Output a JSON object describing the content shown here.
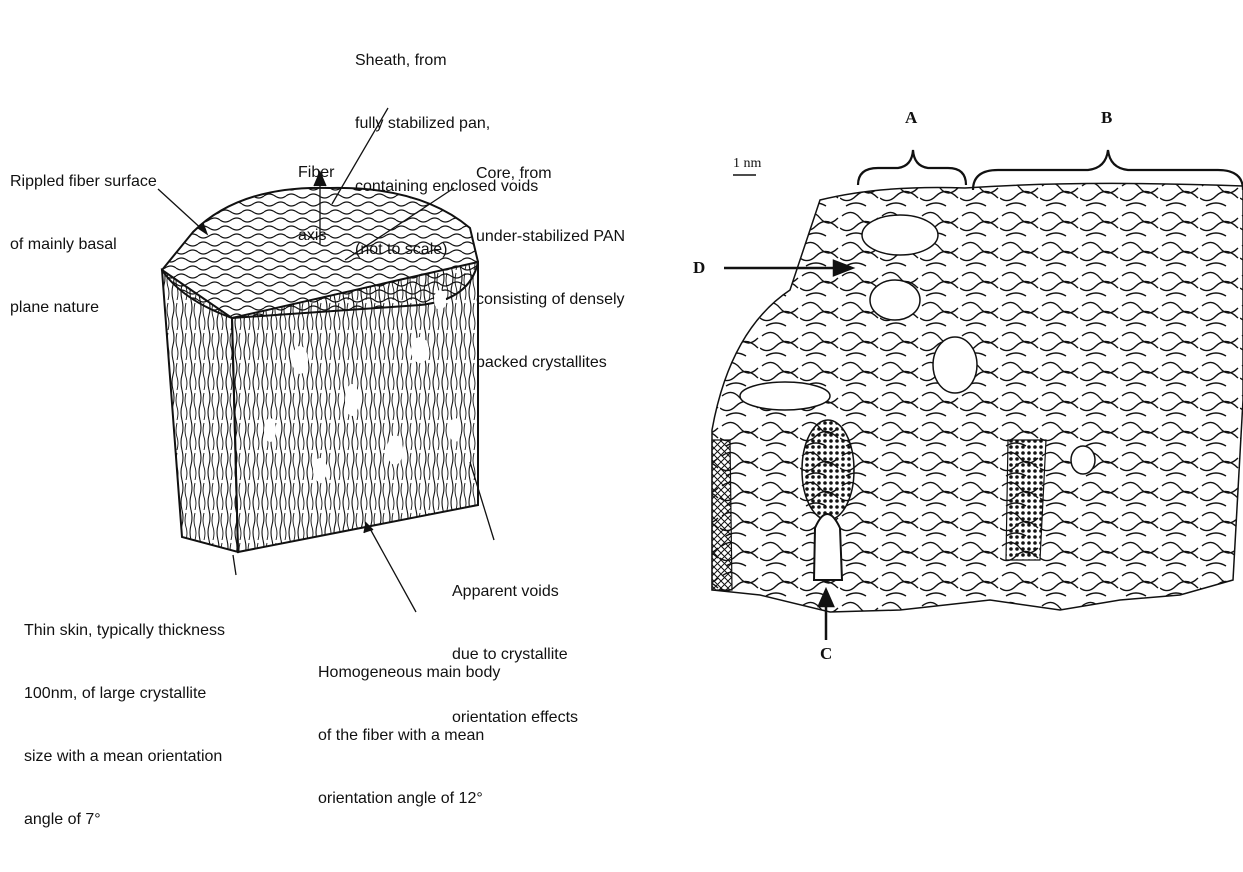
{
  "left_figure": {
    "labels": {
      "sheath": [
        "Sheath, from",
        "fully stabilized pan,",
        "containing enclosed voids",
        "(not to scale)"
      ],
      "rippled_surface": [
        "Rippled fiber surface",
        "of mainly basal",
        "plane nature"
      ],
      "fiber_axis": [
        "Fiber",
        "axis"
      ],
      "core": [
        "Core, from",
        "under-stabilized PAN",
        "consisting of densely",
        "packed crystallites"
      ],
      "thin_skin": [
        "Thin skin, typically thickness",
        "100nm, of large crystallite",
        "size with a mean orientation",
        "angle of 7°"
      ],
      "main_body": [
        "Homogeneous main body",
        "of the fiber with a mean",
        "orientation angle of 12°"
      ],
      "voids": [
        "Apparent voids",
        "due to crystallite",
        "orientation effects"
      ]
    }
  },
  "right_figure": {
    "scale_label": "1 nm",
    "markers": {
      "A": "A",
      "B": "B",
      "C": "C",
      "D": "D"
    }
  }
}
